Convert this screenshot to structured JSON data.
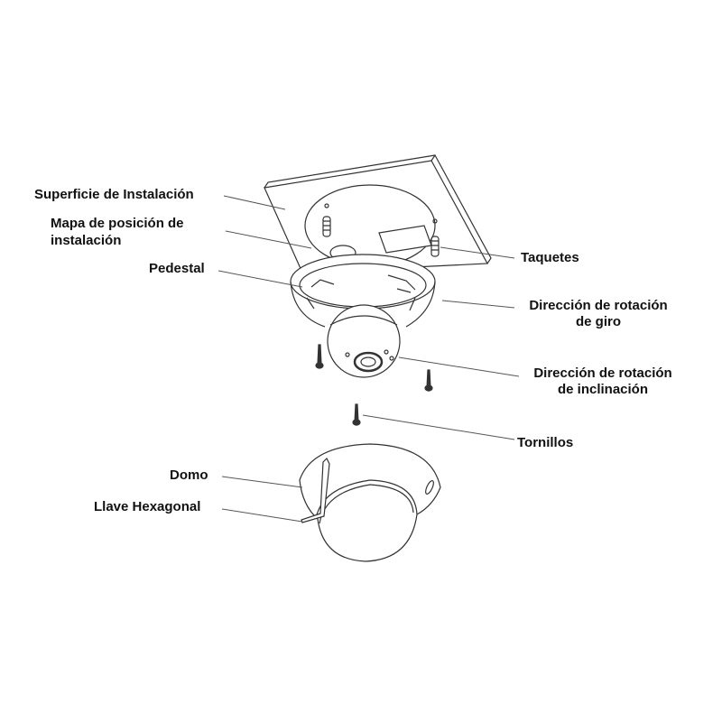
{
  "labels": {
    "superficie": "Superficie de Instalación",
    "mapa_line1": "Mapa de posición de",
    "mapa_line2": "instalación",
    "pedestal": "Pedestal",
    "taquetes": "Taquetes",
    "giro_line1": "Dirección de rotación",
    "giro_line2": "de giro",
    "inclinacion_line1": "Dirección de rotación",
    "inclinacion_line2": "de inclinación",
    "tornillos": "Tornillos",
    "domo": "Domo",
    "llave": "Llave Hexagonal"
  }
}
